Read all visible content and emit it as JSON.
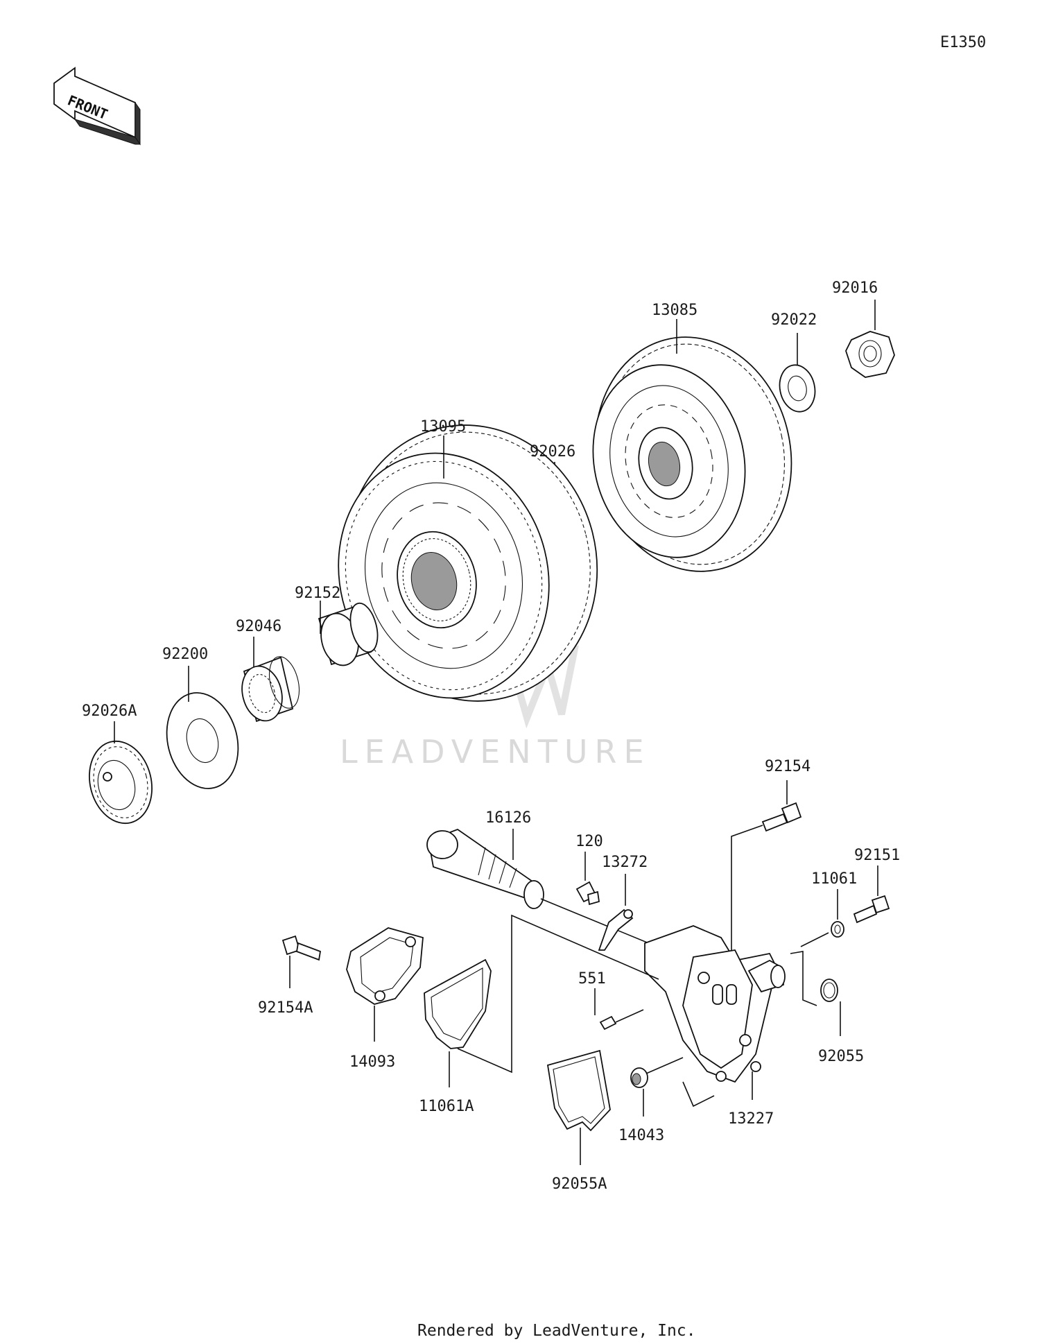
{
  "diagram_code": "E1350",
  "front_label": "FRONT",
  "watermark": "LEADVENTURE",
  "footer": "Rendered by LeadVenture, Inc.",
  "parts": {
    "p92016": "92016",
    "p92022": "92022",
    "p13085": "13085",
    "p13095": "13095",
    "p92026": "92026",
    "p92152": "92152",
    "p92046": "92046",
    "p92200": "92200",
    "p92026A": "92026A",
    "p92154": "92154",
    "p16126": "16126",
    "p120": "120",
    "p13272": "13272",
    "p92151": "92151",
    "p11061": "11061",
    "p92154A": "92154A",
    "p551": "551",
    "p92055": "92055",
    "p14093": "14093",
    "p11061A": "11061A",
    "p14043": "14043",
    "p13227": "13227",
    "p92055A": "92055A"
  }
}
